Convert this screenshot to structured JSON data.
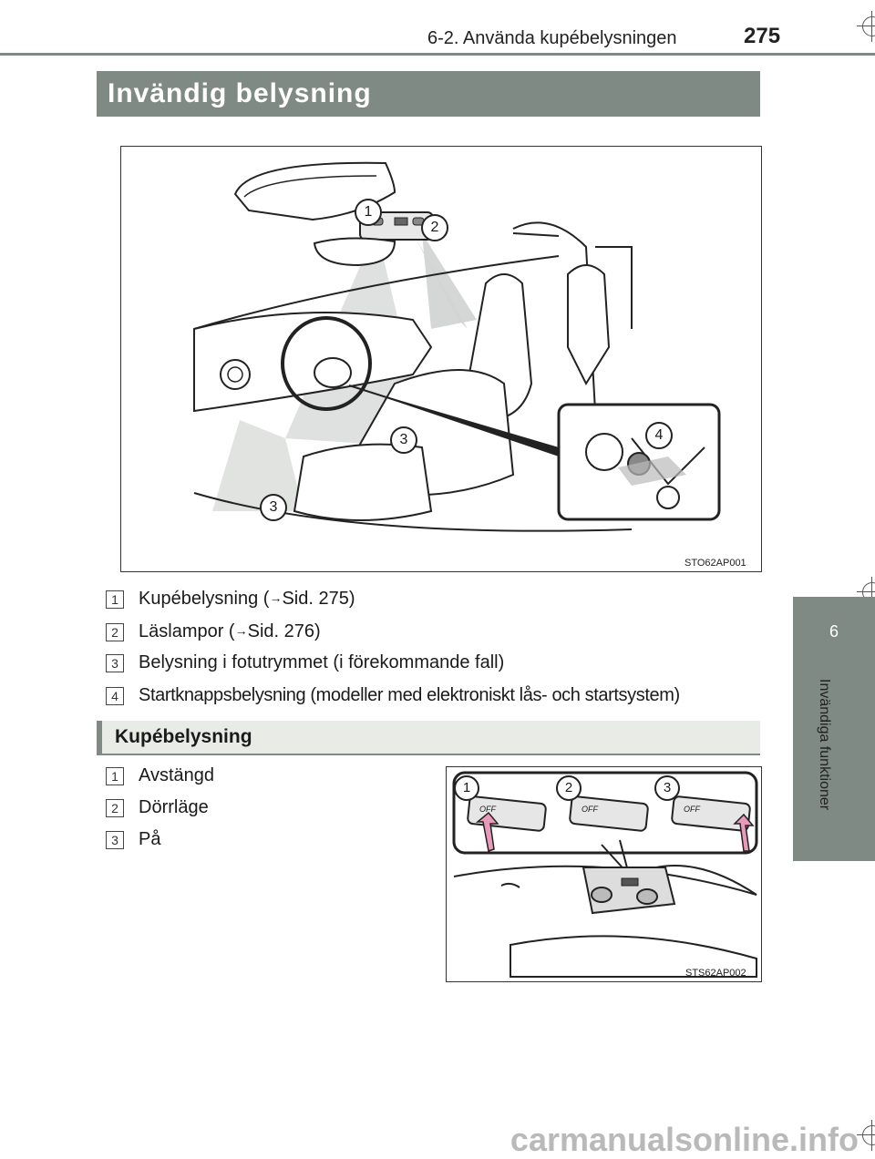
{
  "header": {
    "section": "6-2. Använda kupébelysningen",
    "page_number": "275"
  },
  "side_tab": {
    "chapter_number": "6",
    "chapter_title": "Invändiga funktioner"
  },
  "title": "Invändig belysning",
  "figure1": {
    "code": "STO62AP001",
    "callouts": [
      "1",
      "2",
      "3",
      "3",
      "4"
    ]
  },
  "legend1": [
    {
      "num": "1",
      "text": "Kupébelysning (",
      "ref": "Sid. 275)"
    },
    {
      "num": "2",
      "text": "Läslampor (",
      "ref": "Sid. 276)"
    },
    {
      "num": "3",
      "text": "Belysning i fotutrymmet (i förekommande fall)",
      "ref": ""
    },
    {
      "num": "4",
      "text": "Startknappsbelysning (modeller med elektroniskt lås- och startsystem)",
      "ref": ""
    }
  ],
  "arrow_glyph": "→",
  "subsection": "Kupébelysning",
  "legend2": [
    {
      "num": "1",
      "text": "Avstängd"
    },
    {
      "num": "2",
      "text": "Dörrläge"
    },
    {
      "num": "3",
      "text": "På"
    }
  ],
  "figure2": {
    "code": "STS62AP002",
    "callouts": [
      "1",
      "2",
      "3"
    ],
    "switch_label": "OFF"
  },
  "watermark": "carmanualsonline.info",
  "colors": {
    "section_gray": "#7f8a84",
    "subsection_bg": "#e8ebe6",
    "arrow_pink": "#e89ab8"
  }
}
